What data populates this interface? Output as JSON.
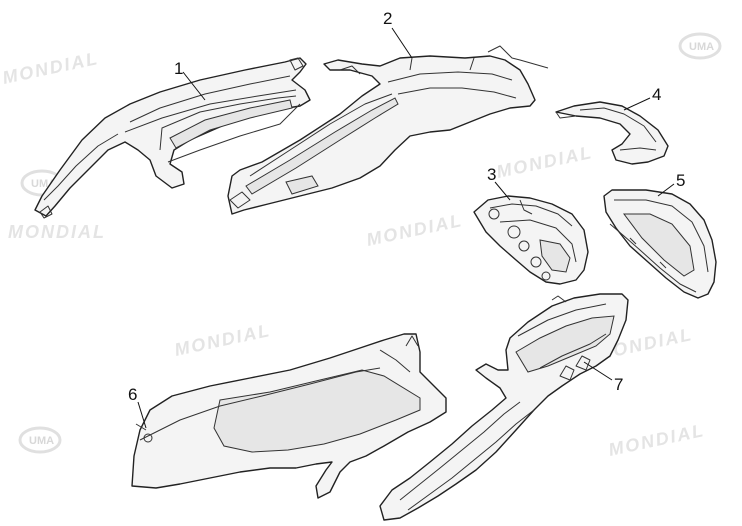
{
  "diagram": {
    "callouts": [
      {
        "id": "1",
        "label": "1"
      },
      {
        "id": "2",
        "label": "2"
      },
      {
        "id": "3",
        "label": "3"
      },
      {
        "id": "4",
        "label": "4"
      },
      {
        "id": "5",
        "label": "5"
      },
      {
        "id": "6",
        "label": "6"
      },
      {
        "id": "7",
        "label": "7"
      }
    ],
    "watermark": {
      "brand_text": "MONDIAL",
      "logo_text": "UMA"
    }
  }
}
